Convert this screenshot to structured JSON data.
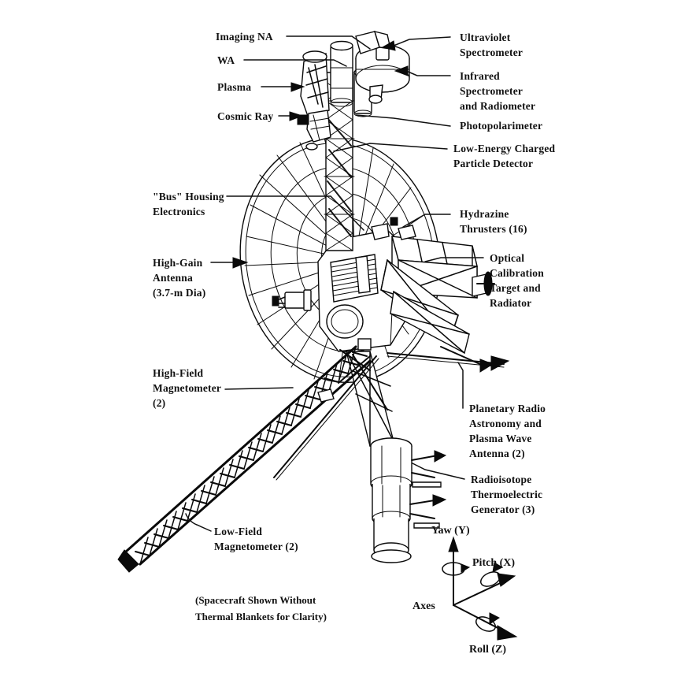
{
  "figure": {
    "title": "Voyager Spacecraft Configuration Diagram",
    "caption_line1": "(Spacecraft Shown Without",
    "caption_line2": "Thermal Blankets for Clarity)",
    "ink_color": "#0a0a0a",
    "background_color": "#ffffff"
  },
  "callouts_left": [
    {
      "id": "imaging-na",
      "label": "Imaging NA",
      "lines": [
        "Imaging NA"
      ]
    },
    {
      "id": "wa",
      "label": "WA",
      "lines": [
        "WA"
      ]
    },
    {
      "id": "plasma",
      "label": "Plasma",
      "lines": [
        "Plasma"
      ]
    },
    {
      "id": "cosmic-ray",
      "label": "Cosmic Ray",
      "lines": [
        "Cosmic Ray"
      ]
    },
    {
      "id": "bus-housing",
      "label": "\"Bus\" Housing Electronics",
      "lines": [
        "\"Bus\" Housing",
        "Electronics"
      ]
    },
    {
      "id": "high-gain-antenna",
      "label": "High-Gain Antenna (3.7-m Dia)",
      "lines": [
        "High-Gain",
        "Antenna",
        "(3.7-m Dia)"
      ]
    },
    {
      "id": "high-field-magnetometer",
      "label": "High-Field Magnetometer (2)",
      "lines": [
        "High-Field",
        "Magnetometer",
        "(2)"
      ]
    },
    {
      "id": "low-field-magnetometer",
      "label": "Low-Field Magnetometer (2)",
      "lines": [
        "Low-Field",
        "Magnetometer (2)"
      ]
    }
  ],
  "callouts_right": [
    {
      "id": "ultraviolet-spectrometer",
      "label": "Ultraviolet Spectrometer",
      "lines": [
        "Ultraviolet",
        "Spectrometer"
      ]
    },
    {
      "id": "infrared-spectrometer",
      "label": "Infrared Spectrometer and Radiometer",
      "lines": [
        "Infrared",
        "Spectrometer",
        "and Radiometer"
      ]
    },
    {
      "id": "photopolarimeter",
      "label": "Photopolarimeter",
      "lines": [
        "Photopolarimeter"
      ]
    },
    {
      "id": "low-energy-charged-particle-detector",
      "label": "Low-Energy Charged Particle Detector",
      "lines": [
        "Low-Energy Charged",
        "Particle Detector"
      ]
    },
    {
      "id": "hydrazine-thrusters",
      "label": "Hydrazine Thrusters (16)",
      "lines": [
        "Hydrazine",
        "Thrusters (16)"
      ]
    },
    {
      "id": "optical-calibration-target",
      "label": "Optical Calibration Target and Radiator",
      "lines": [
        "Optical",
        "Calibration",
        "Target and",
        "Radiator"
      ]
    },
    {
      "id": "planetary-radio-astronomy",
      "label": "Planetary Radio Astronomy and Plasma Wave Antenna (2)",
      "lines": [
        "Planetary Radio",
        "Astronomy and",
        "Plasma Wave",
        "Antenna (2)"
      ]
    },
    {
      "id": "radioisotope-thermoelectric-generator",
      "label": "Radioisotope Thermoelectric Generator (3)",
      "lines": [
        "Radioisotope",
        "Thermoelectric",
        "Generator (3)"
      ]
    }
  ],
  "axes_legend": {
    "title": "Axes",
    "yaw": "Yaw (Y)",
    "pitch": "Pitch (X)",
    "roll": "Roll (Z)"
  }
}
